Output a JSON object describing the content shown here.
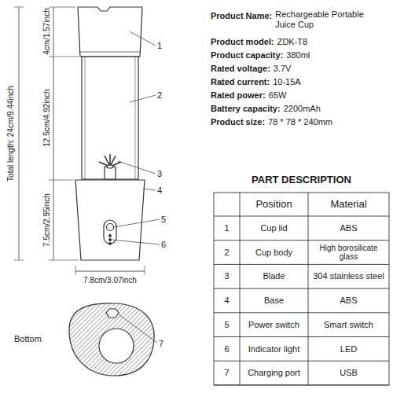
{
  "diagram": {
    "labels": [
      "Product Name:",
      "Rechargeable Portable Juice Cup",
      "Product model:",
      "ZDK-T8",
      "Product capacity:",
      "380ml",
      "Rated voltage:",
      "3.7V",
      "Rated current:",
      "10-15A",
      "Rated power:",
      "65W",
      "Battery capacity:",
      "2200mAh",
      "Product size:",
      "78 * 78 * 240mm",
      "4cm/1.57inch",
      "12.5cm/4.92inch",
      "7.5cm/2.95inch",
      "Total length: 24cm/9.44inch",
      "7.8cm/3.07inch",
      "Bottom",
      "1",
      "2",
      "3",
      "4",
      "5",
      "6",
      "7",
      "PART DESCRIPTION",
      "Position",
      "Material",
      "1",
      "Cup lid",
      "ABS",
      "2",
      "Cup body",
      "High borosilicate glass",
      "3",
      "Blade",
      "304 stainless steel",
      "4",
      "Base",
      "ABS",
      "5",
      "Power switch",
      "Smart switch",
      "6",
      "Indicator light",
      "LED",
      "7",
      "Charging port",
      "USB"
    ]
  }
}
